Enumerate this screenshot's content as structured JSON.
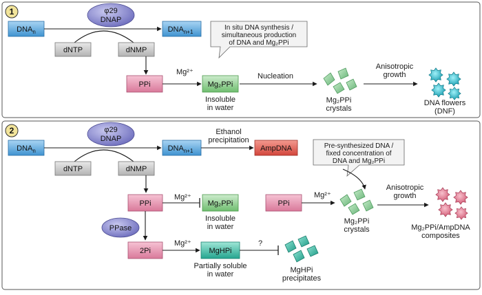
{
  "colors": {
    "blue_box": "#5aa9e0",
    "grey_box": "#c9c9c9",
    "pink_box": "#e48aa8",
    "green_box": "#8ed08e",
    "red_box": "#e0554c",
    "teal_box": "#3fbfaa",
    "enzyme": "#8f8fd0",
    "crystal_green": "#8cc99a",
    "crystal_teal": "#40b7a6",
    "flower_teal": "#2bb6c8",
    "flower_pink": "#e27a91"
  },
  "panel1": {
    "number": "1",
    "enzyme_line1": "φ29",
    "enzyme_line2": "DNAP",
    "dna_n_main": "DNA",
    "dna_n_sub": "n",
    "dna_n1_main": "DNA",
    "dna_n1_sub": "n+1",
    "dntp": "dNTP",
    "dnmp": "dNMP",
    "callout_line1": "In situ DNA synthesis /",
    "callout_line2": "simultaneous production",
    "callout_line3": "of DNA and Mg₂PPi",
    "ppi": "PPi",
    "mg_label": "Mg²⁺",
    "mg2ppi": "Mg₂PPi",
    "insoluble_line1": "Insoluble",
    "insoluble_line2": "in water",
    "nucleation": "Nucleation",
    "crystals_line1": "Mg₂PPi",
    "crystals_line2": "crystals",
    "anisotropic_line1": "Anisotropic",
    "anisotropic_line2": "growth",
    "dnf_line1": "DNA flowers",
    "dnf_line2": "(DNF)"
  },
  "panel2": {
    "number": "2",
    "enzyme_line1": "φ29",
    "enzyme_line2": "DNAP",
    "dna_n_main": "DNA",
    "dna_n_sub": "n",
    "dna_n1_main": "DNA",
    "dna_n1_sub": "n+1",
    "dntp": "dNTP",
    "dnmp": "dNMP",
    "ethanol_line1": "Ethanol",
    "ethanol_line2": "precipitation",
    "ampdna": "AmpDNA",
    "callout_line1": "Pre-synthesized DNA /",
    "callout_line2": "fixed concentration of",
    "callout_line3": "DNA and Mg₂PPi",
    "ppi_left": "PPi",
    "mg_label": "Mg²⁺",
    "mg2ppi": "Mg₂PPi",
    "insoluble_line1": "Insoluble",
    "insoluble_line2": "in water",
    "ppase": "PPase",
    "two_pi": "2Pi",
    "mghpi": "MgHPi",
    "partial_line1": "Partially soluble",
    "partial_line2": "in water",
    "question": "?",
    "mghpi_ppt_line1": "MgHPi",
    "mghpi_ppt_line2": "precipitates",
    "ppi_right": "PPi",
    "crystals_line1": "Mg₂PPi",
    "crystals_line2": "crystals",
    "anisotropic_line1": "Anisotropic",
    "anisotropic_line2": "growth",
    "composite_line1": "Mg₂PPi/AmpDNA",
    "composite_line2": "composites"
  }
}
